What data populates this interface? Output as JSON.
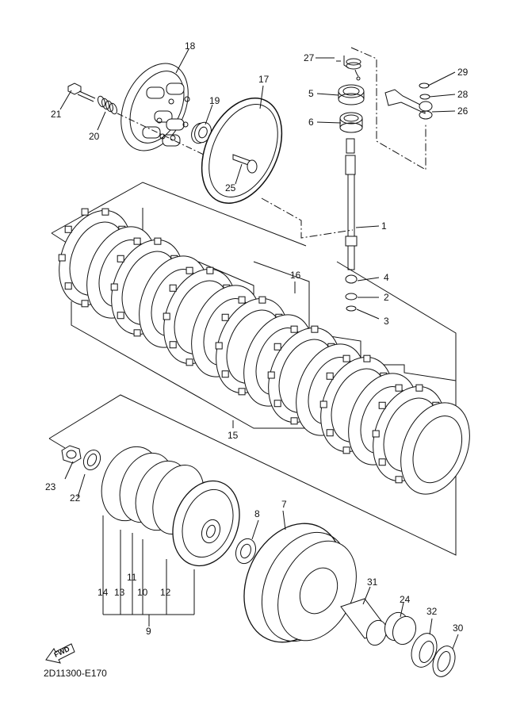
{
  "diagram": {
    "title_code": "2D11300-E170",
    "direction_label": "FWD",
    "parts": [
      {
        "no": "1",
        "label": "1"
      },
      {
        "no": "2",
        "label": "2"
      },
      {
        "no": "3",
        "label": "3"
      },
      {
        "no": "4",
        "label": "4"
      },
      {
        "no": "5",
        "label": "5"
      },
      {
        "no": "6",
        "label": "6"
      },
      {
        "no": "7",
        "label": "7"
      },
      {
        "no": "8",
        "label": "8"
      },
      {
        "no": "9",
        "label": "9"
      },
      {
        "no": "10",
        "label": "10"
      },
      {
        "no": "11",
        "label": "11"
      },
      {
        "no": "12",
        "label": "12"
      },
      {
        "no": "13",
        "label": "13"
      },
      {
        "no": "14",
        "label": "14"
      },
      {
        "no": "15",
        "label": "15"
      },
      {
        "no": "16",
        "label": "16"
      },
      {
        "no": "17",
        "label": "17"
      },
      {
        "no": "18",
        "label": "18"
      },
      {
        "no": "19",
        "label": "19"
      },
      {
        "no": "20",
        "label": "20"
      },
      {
        "no": "21",
        "label": "21"
      },
      {
        "no": "22",
        "label": "22"
      },
      {
        "no": "23",
        "label": "23"
      },
      {
        "no": "24",
        "label": "24"
      },
      {
        "no": "25",
        "label": "25"
      },
      {
        "no": "26",
        "label": "26"
      },
      {
        "no": "27",
        "label": "27"
      },
      {
        "no": "28",
        "label": "28"
      },
      {
        "no": "29",
        "label": "29"
      },
      {
        "no": "30",
        "label": "30"
      },
      {
        "no": "31",
        "label": "31"
      },
      {
        "no": "32",
        "label": "32"
      }
    ]
  }
}
